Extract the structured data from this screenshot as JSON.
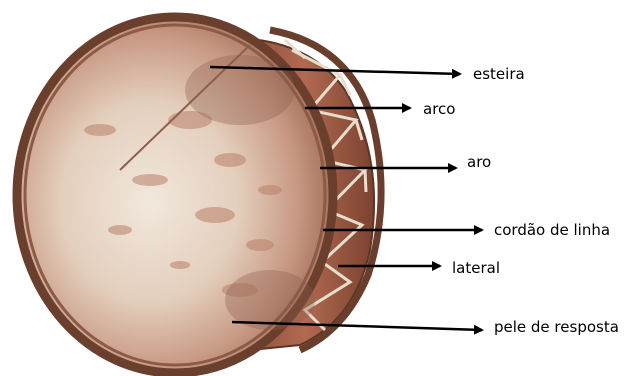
{
  "figure": {
    "subject": "drum",
    "labels": [
      {
        "id": "esteira",
        "text": "esteira"
      },
      {
        "id": "arco",
        "text": "arco"
      },
      {
        "id": "aro",
        "text": "aro"
      },
      {
        "id": "cordao",
        "text": "cordão de linha"
      },
      {
        "id": "lateral",
        "text": "lateral"
      },
      {
        "id": "pele",
        "text": "pele de resposta"
      }
    ]
  },
  "colors": {
    "skin_light": "#efe4d8",
    "skin_mid": "#c9a890",
    "skin_dark": "#9c6a55",
    "rim_wood": "#7a4e3a",
    "rope": "#e6dccb",
    "shell": "#a45d46",
    "arrow": "#000000"
  }
}
